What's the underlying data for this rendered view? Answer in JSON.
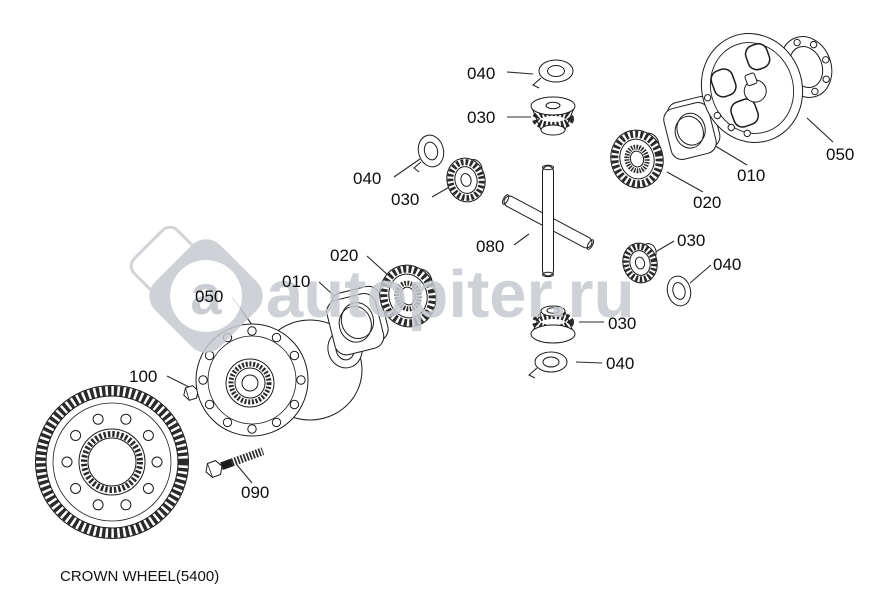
{
  "diagram": {
    "caption": "CROWN WHEEL(5400)",
    "callouts": [
      {
        "id": "040-top",
        "label": "040"
      },
      {
        "id": "030-top",
        "label": "030"
      },
      {
        "id": "040-upper-left",
        "label": "040"
      },
      {
        "id": "030-upper-left",
        "label": "030"
      },
      {
        "id": "050-right",
        "label": "050"
      },
      {
        "id": "010-right",
        "label": "010"
      },
      {
        "id": "020-right",
        "label": "020"
      },
      {
        "id": "080-center",
        "label": "080"
      },
      {
        "id": "030-right",
        "label": "030"
      },
      {
        "id": "040-right",
        "label": "040"
      },
      {
        "id": "020-left",
        "label": "020"
      },
      {
        "id": "010-left",
        "label": "010"
      },
      {
        "id": "050-left",
        "label": "050"
      },
      {
        "id": "030-bottom",
        "label": "030"
      },
      {
        "id": "040-bottom",
        "label": "040"
      },
      {
        "id": "100-bolt",
        "label": "100"
      },
      {
        "id": "090-bolt",
        "label": "090"
      }
    ],
    "colors": {
      "line": "#1c1c1c",
      "watermark": "#c6c9ce",
      "label": "#0d0d0d"
    }
  },
  "watermark": {
    "text": "autopiter.ru",
    "logo_letter": "a"
  }
}
